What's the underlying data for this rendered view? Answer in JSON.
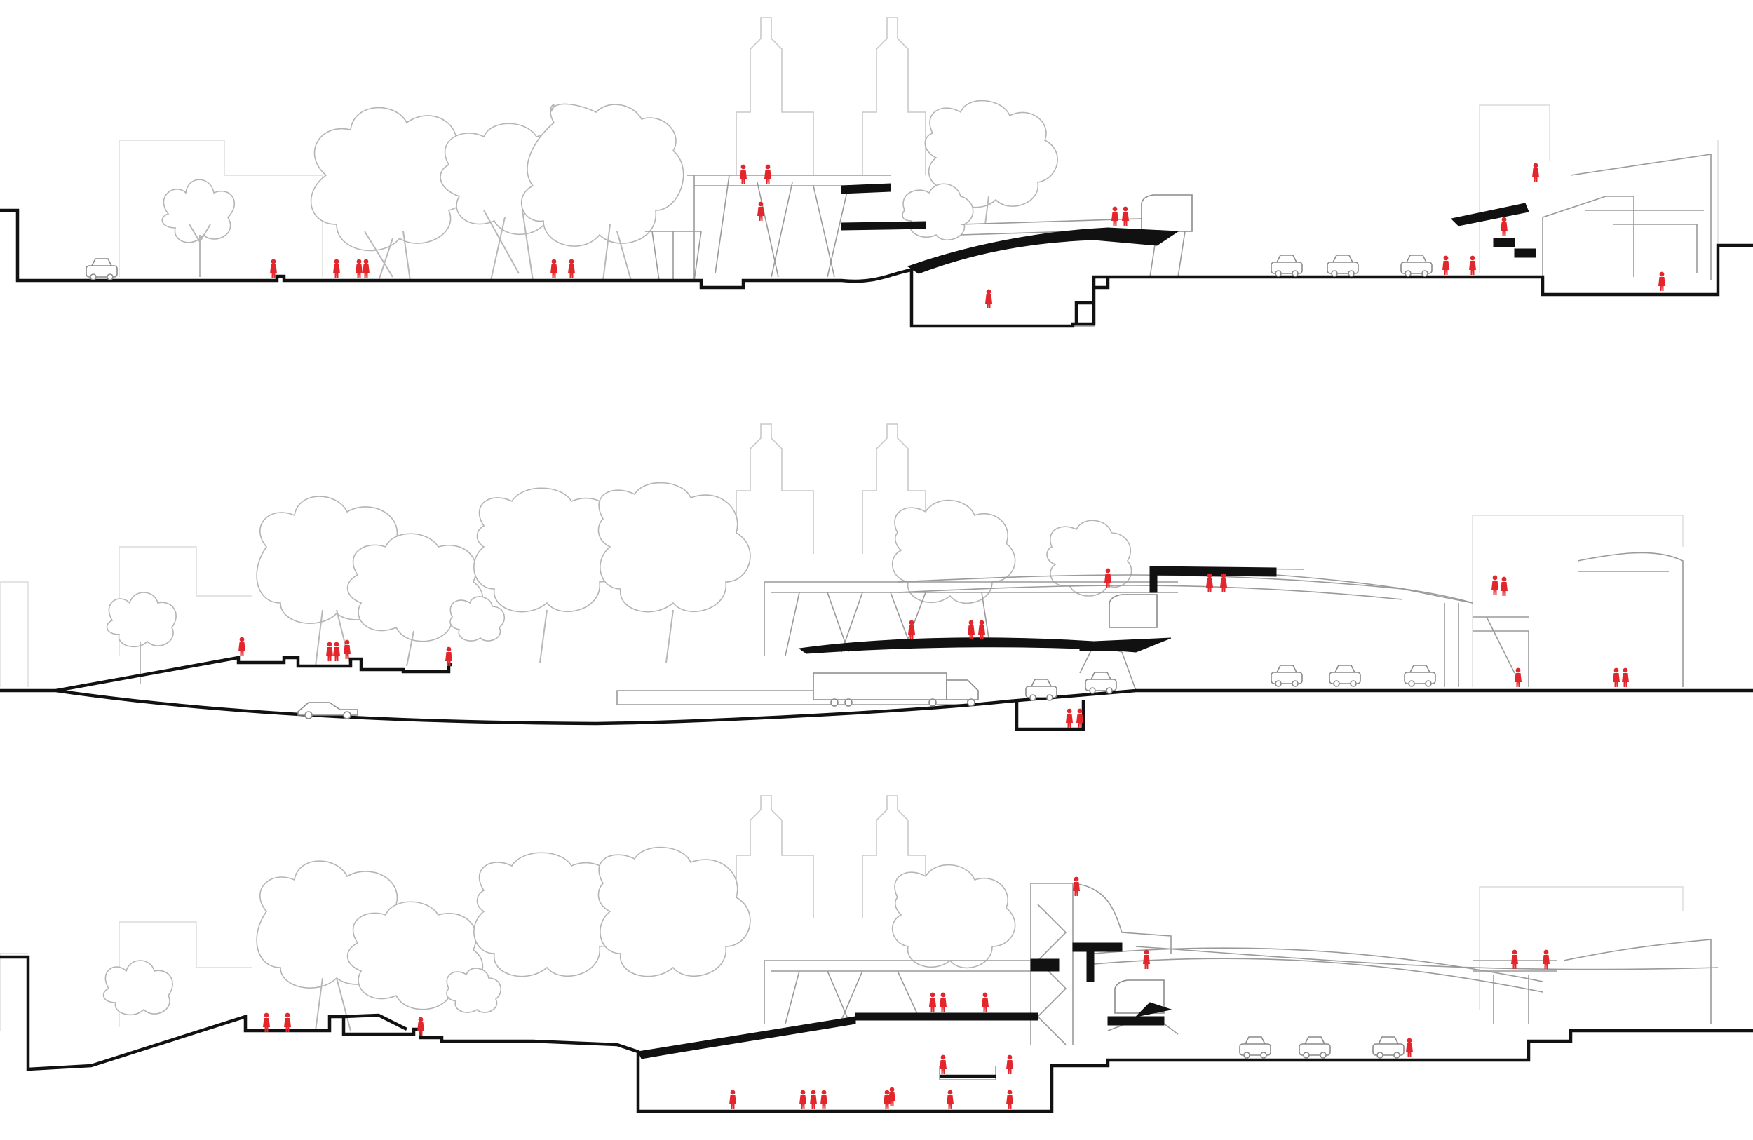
{
  "drawing": {
    "type": "architectural-site-sections",
    "colors": {
      "ground_line": "#111111",
      "context": "#c9c9c9",
      "people": "#e2262c",
      "background": "#ffffff"
    },
    "sections": [
      {
        "id": "section-1",
        "label": ""
      },
      {
        "id": "section-2",
        "label": ""
      },
      {
        "id": "section-3",
        "label": ""
      }
    ]
  }
}
